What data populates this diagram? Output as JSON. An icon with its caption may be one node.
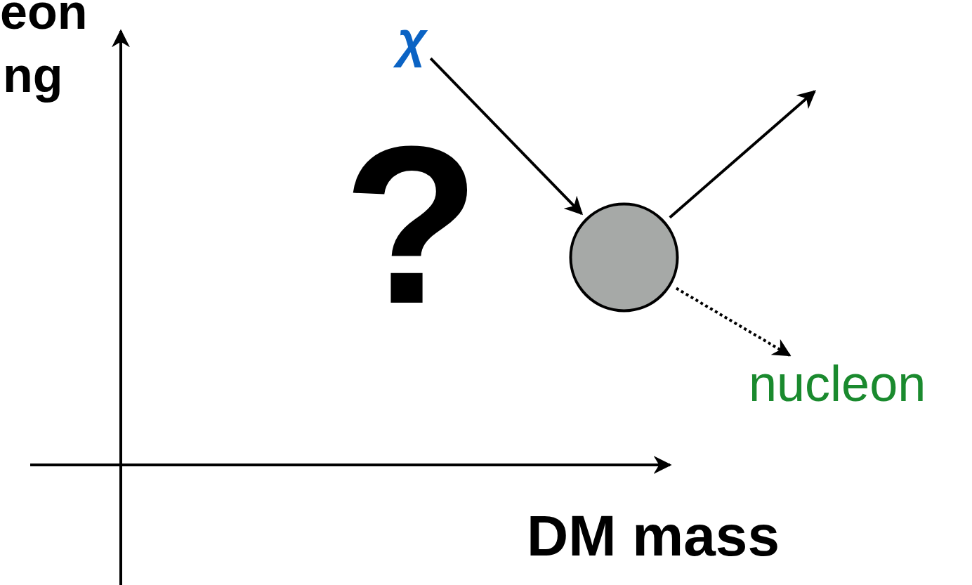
{
  "diagram": {
    "nodes": [
      {
        "text": [
          "χ"
        ]
      },
      {
        "text": [],
        "shape": "circle"
      },
      {
        "text": [
          "nucleon"
        ]
      }
    ],
    "edges": [
      {
        "from": 0,
        "to": 1,
        "arrow": "to"
      },
      {
        "from": 1,
        "to": null,
        "arrow": "to"
      },
      {
        "from": 1,
        "to": 2,
        "arrow": "to",
        "style": "dashed"
      }
    ],
    "labels": [
      "eon",
      "ng",
      "?",
      "DM mass"
    ]
  }
}
